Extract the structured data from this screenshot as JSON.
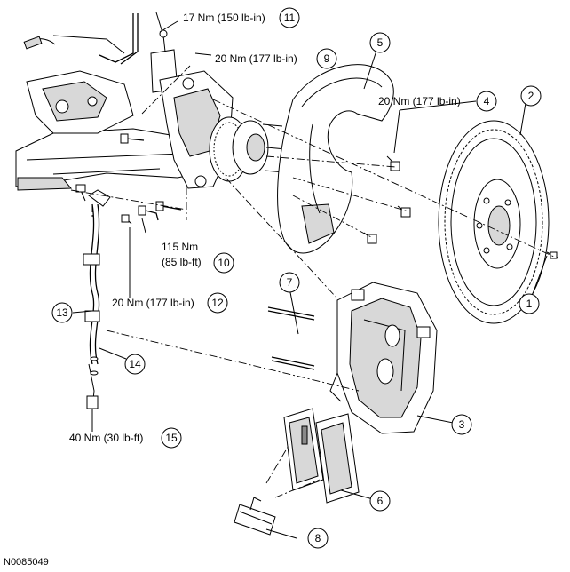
{
  "diagram": {
    "reference_code": "N0085049",
    "callouts": [
      {
        "number": "1",
        "label": ""
      },
      {
        "number": "2",
        "label": ""
      },
      {
        "number": "3",
        "label": ""
      },
      {
        "number": "4",
        "label": "20 Nm (177 lb-in)"
      },
      {
        "number": "5",
        "label": ""
      },
      {
        "number": "6",
        "label": ""
      },
      {
        "number": "7",
        "label": ""
      },
      {
        "number": "8",
        "label": ""
      },
      {
        "number": "9",
        "label": "20 Nm (177 lb-in)"
      },
      {
        "number": "10",
        "label": "115 Nm",
        "label2": "(85 lb-ft)"
      },
      {
        "number": "11",
        "label": "17 Nm (150 lb-in)"
      },
      {
        "number": "12",
        "label": "20 Nm (177 lb-in)"
      },
      {
        "number": "13",
        "label": ""
      },
      {
        "number": "14",
        "label": ""
      },
      {
        "number": "15",
        "label": "40 Nm (30 lb-ft)"
      }
    ]
  }
}
